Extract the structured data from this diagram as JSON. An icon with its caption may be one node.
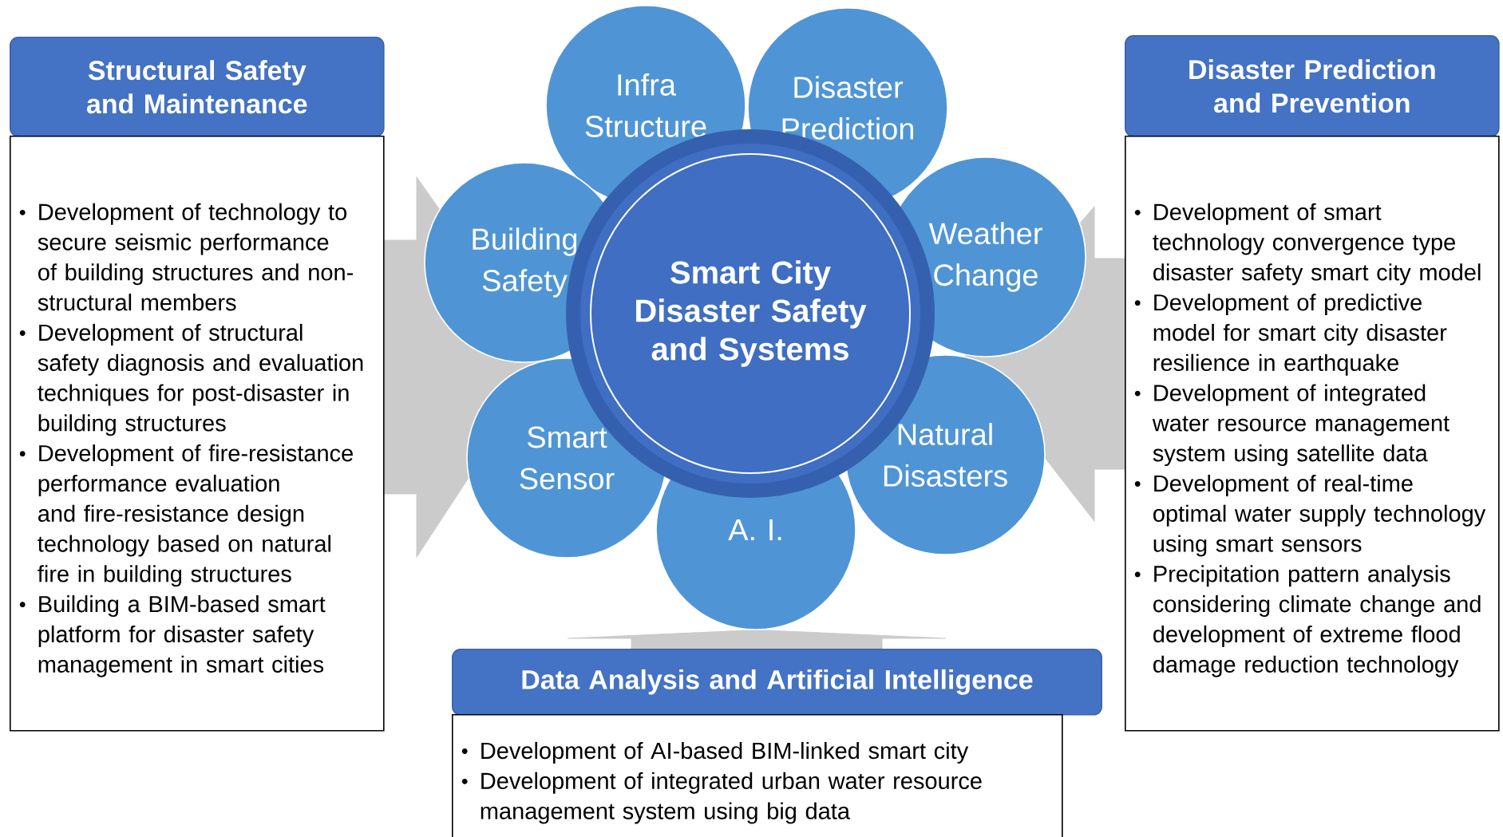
{
  "diagram": {
    "nodes": [
      {
        "text": [
          "Structural Safety and Maintenance",
          "Development of technology to secure seismic performance of building structures and non-structural members",
          "Development of structural safety diagnosis and evaluation techniques for post-disaster in building structures",
          "Development of fire-resistance performance evaluation and fire-resistance design technology based on natural fire in building structures",
          "Building a BIM-based smart platform for disaster safety management in smart cities"
        ]
      },
      {
        "text": [
          "Infra Structure"
        ]
      },
      {
        "text": [
          "Disaster Prediction"
        ]
      },
      {
        "text": [
          "Disaster Prediction and Prevention",
          "Development of smart technology convergence type disaster safety smart city model",
          "Development of predictive model for smart city disaster resilience in earthquake",
          "Development of integrated water resource management system using satellite data",
          "Development of real-time optimal water supply technology using smart sensors",
          "Precipitation pattern analysis considering climate change and development of extreme flood damage reduction technology"
        ]
      },
      {
        "text": [
          "Building Safety"
        ]
      },
      {
        "text": [
          "Smart City Disaster Safety and Systems"
        ]
      },
      {
        "text": [
          "Weather Change"
        ]
      },
      {
        "text": [
          "Smart Sensor"
        ]
      },
      {
        "text": [
          "Natural Disasters"
        ]
      },
      {
        "text": [
          "A. I."
        ]
      },
      {
        "text": [
          "Data Analysis and Artificial Intelligence",
          "Development of AI-based BIM-linked smart city",
          "Development of integrated urban water resource management system using big data"
        ]
      }
    ],
    "edges": [
      {
        "from": 0,
        "to": 4,
        "arrow": "to"
      },
      {
        "from": 0,
        "to": 7,
        "arrow": "to"
      },
      {
        "from": 3,
        "to": 6,
        "arrow": "to"
      },
      {
        "from": 3,
        "to": 8,
        "arrow": "to"
      },
      {
        "from": 10,
        "to": 9,
        "arrow": "to"
      }
    ]
  }
}
